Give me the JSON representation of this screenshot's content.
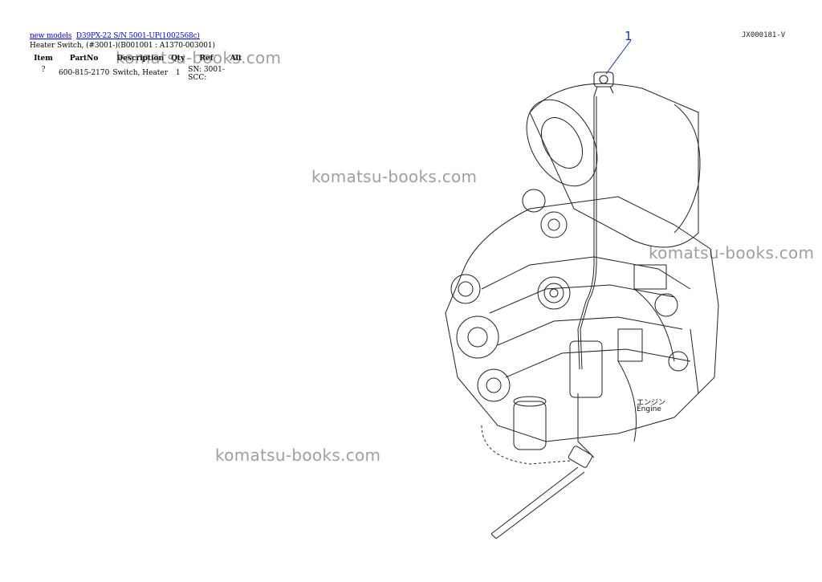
{
  "breadcrumb": {
    "link1": "new models",
    "link2": "D39PX-22 S/N 5001-UP(1002568c)"
  },
  "subtitle": "Heater Switch, (#3001-)(B001001 : A1370-003001)",
  "table": {
    "headers": [
      "Item",
      "PartNo",
      "Description",
      "Qty",
      "Ref",
      "Alt"
    ],
    "rows": [
      {
        "item": "?",
        "partno": "600-815-2170",
        "description": "Switch, Heater",
        "qty": "1",
        "ref_line1": "SN: 3001-",
        "ref_line2": "SCC:",
        "alt": ""
      }
    ]
  },
  "watermark": "komatsu-books.com",
  "diagram": {
    "drawing_id": "JX000181-V",
    "callout": "1",
    "label_jp": "エンジン",
    "label_en": "Engine"
  },
  "colors": {
    "link": "#0000ee",
    "callout": "#1a3a9a"
  }
}
